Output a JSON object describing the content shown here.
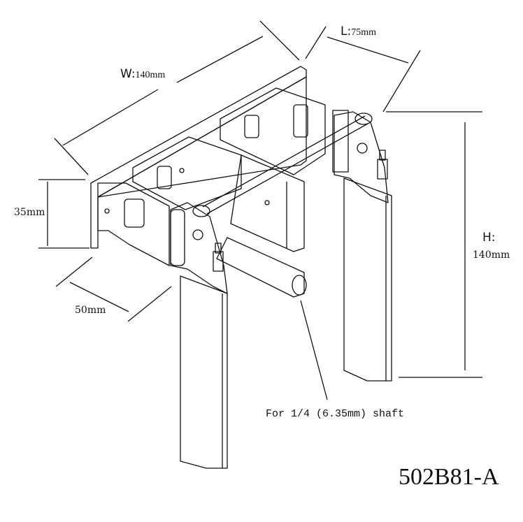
{
  "dimensions": {
    "width_key": "W:",
    "width_value": "140mm",
    "length_key": "L:",
    "length_value": "75mm",
    "height_key": "H:",
    "height_value": "140mm",
    "bracket_height": "35mm",
    "bracket_depth": "50mm"
  },
  "note": "For 1/4 (6.35mm) shaft",
  "model_code": "502B81-A"
}
